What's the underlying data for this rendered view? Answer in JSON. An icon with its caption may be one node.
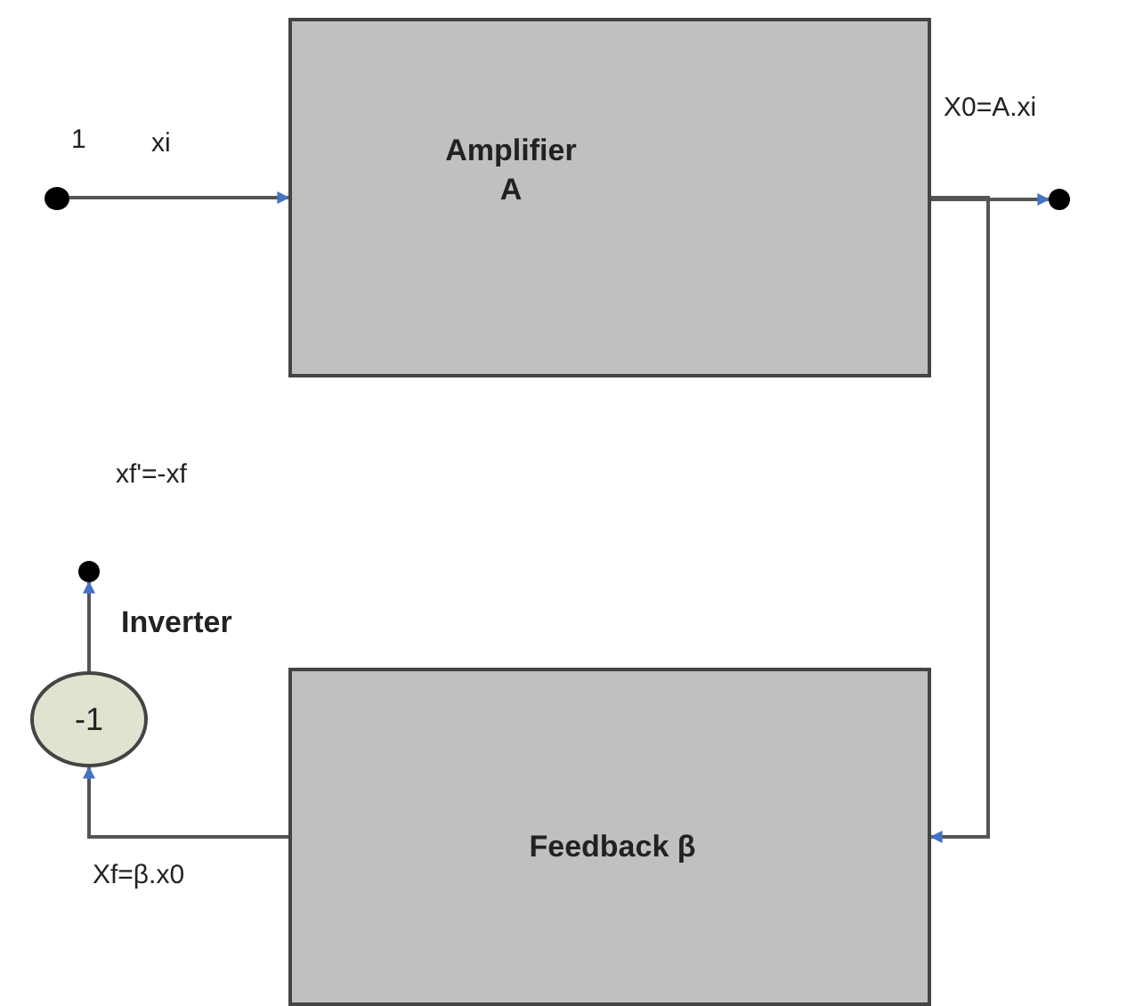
{
  "diagram": {
    "nodes": [
      {
        "text": [],
        "shape": "circle",
        "beside": [
          "1"
        ]
      },
      {
        "text": [
          "Amplifier A"
        ]
      },
      {
        "text": [],
        "shape": "circle"
      },
      {
        "text": [
          "Feedback β"
        ]
      },
      {
        "text": [
          "-1"
        ],
        "beside": [
          "Inverter"
        ]
      },
      {
        "text": [],
        "shape": "circle"
      }
    ],
    "edges": [
      {
        "from": 0,
        "to": 1,
        "arrow": "to",
        "label": "xi"
      },
      {
        "from": 1,
        "to": 2,
        "arrow": "to",
        "label": "X0=A.xi"
      },
      {
        "from": 1,
        "to": 3,
        "arrow": "to"
      },
      {
        "from": 3,
        "to": 4,
        "arrow": "to",
        "label": "Xf=β.x0"
      },
      {
        "from": 4,
        "to": 5,
        "arrow": "to"
      }
    ],
    "labels": [
      "xf'=-xf"
    ]
  }
}
